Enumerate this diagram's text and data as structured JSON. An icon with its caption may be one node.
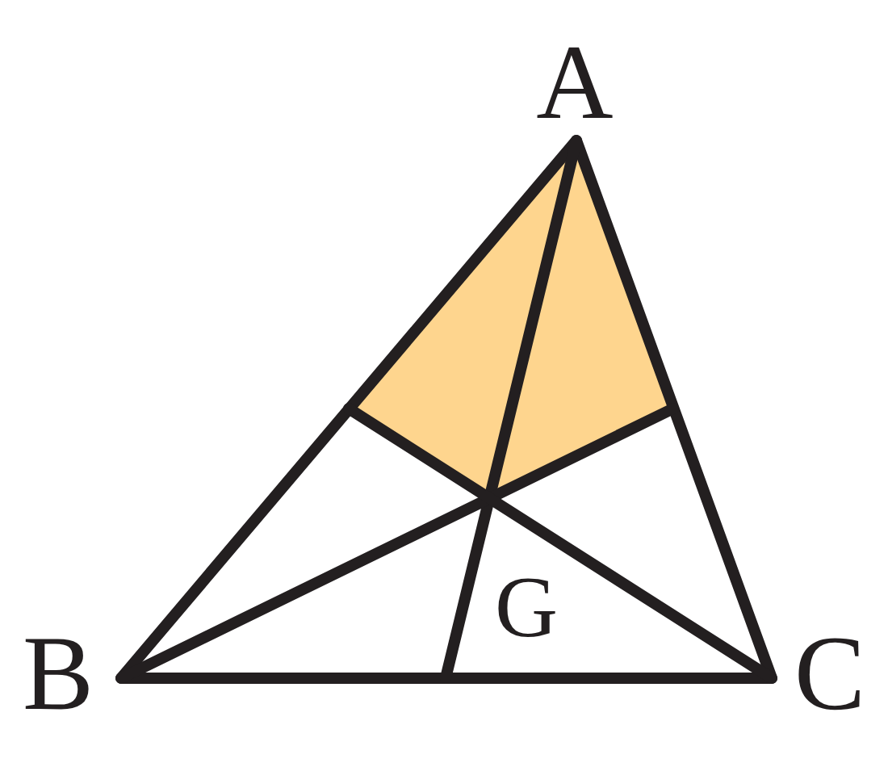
{
  "diagram": {
    "labels": [
      "A",
      "B",
      "C",
      "G"
    ]
  }
}
